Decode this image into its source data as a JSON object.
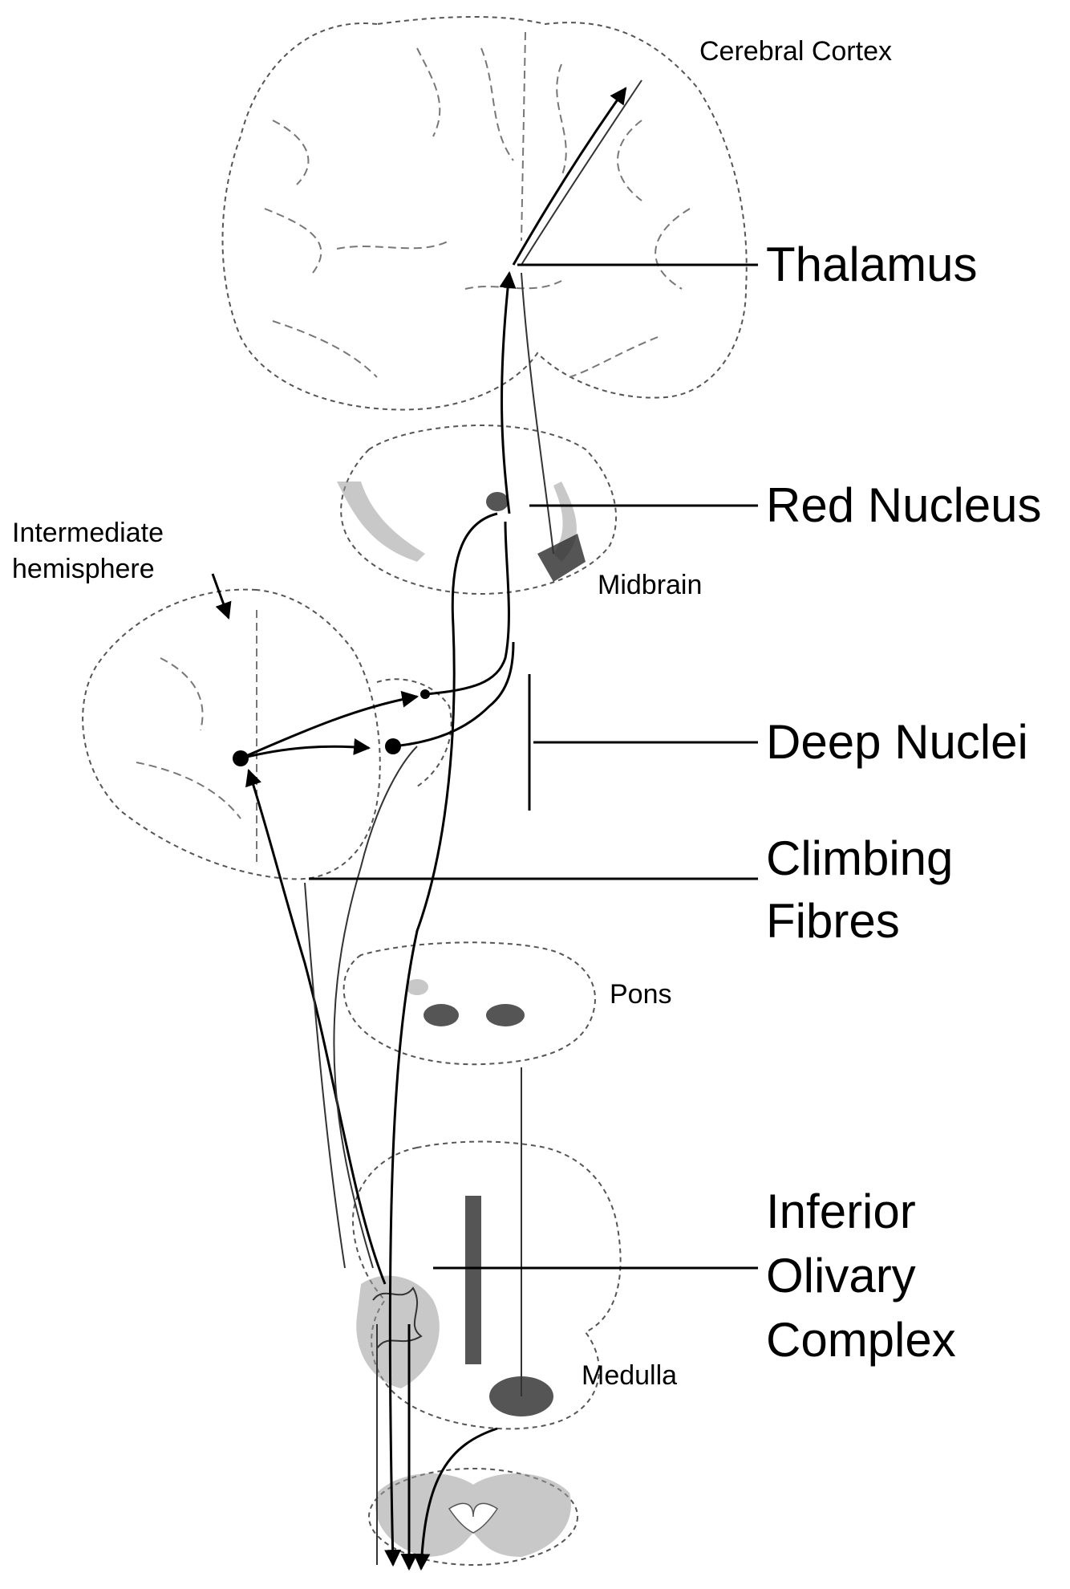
{
  "labels": {
    "cerebral_cortex": "Cerebral Cortex",
    "thalamus": "Thalamus",
    "red_nucleus": "Red Nucleus",
    "intermediate_hemisphere_line1": "Intermediate",
    "intermediate_hemisphere_line2": "hemisphere",
    "midbrain": "Midbrain",
    "deep_nuclei": "Deep Nuclei",
    "climbing_fibres_line1": "Climbing",
    "climbing_fibres_line2": "Fibres",
    "pons": "Pons",
    "inferior_olivary_line1": "Inferior",
    "inferior_olivary_line2": "Olivary",
    "inferior_olivary_line3": "Complex",
    "medulla": "Medulla"
  },
  "colors": {
    "ink": "#000000",
    "stipple": "#9a9a9a",
    "background": "#ffffff"
  }
}
